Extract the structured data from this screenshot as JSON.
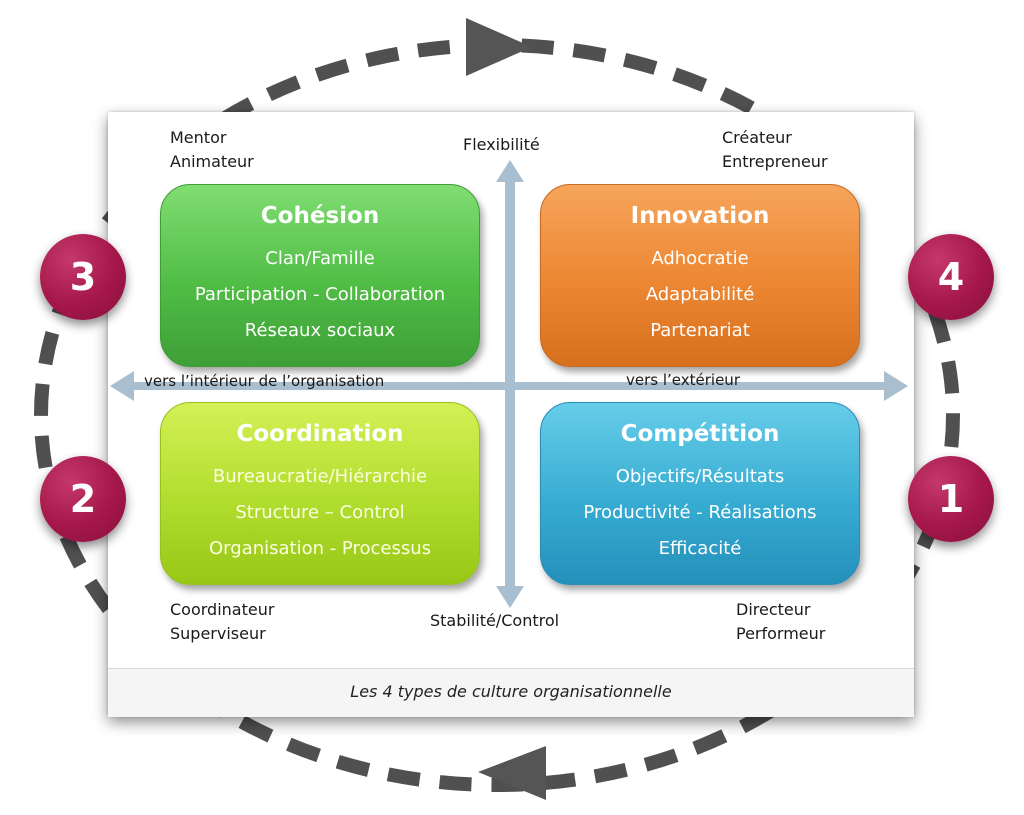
{
  "caption": "Les 4 types de culture organisationnelle",
  "axes": {
    "top": "Flexibilité",
    "bottom": "Stabilité/Control",
    "left": "vers l’intérieur de l’organisation",
    "right": "vers l’extérieur"
  },
  "quadrants": {
    "cohesion": {
      "title": "Cohésion",
      "lines": [
        "Clan/Famille",
        "Participation - Collaboration",
        "Réseaux sociaux"
      ],
      "role_lines": [
        "Mentor",
        "Animateur"
      ],
      "badge": "3",
      "color": "#50bd45"
    },
    "innovation": {
      "title": "Innovation",
      "lines": [
        "Adhocratie",
        "Adaptabilité",
        "Partenariat"
      ],
      "role_lines": [
        "Créateur",
        "Entrepreneur"
      ],
      "badge": "4",
      "color": "#ec8632"
    },
    "coordination": {
      "title": "Coordination",
      "lines": [
        "Bureaucratie/Hiérarchie",
        "Structure – Control",
        "Organisation - Processus"
      ],
      "role_lines": [
        "Coordinateur",
        "Superviseur"
      ],
      "badge": "2",
      "color": "#b1dd2e"
    },
    "competition": {
      "title": "Compétition",
      "lines": [
        "Objectifs/Résultats",
        "Productivité - Réalisations",
        "Efficacité"
      ],
      "role_lines": [
        "Directeur",
        "Performeur"
      ],
      "badge": "1",
      "color": "#37acd2"
    }
  },
  "colors": {
    "axis": "#a9bfcf",
    "badge": "#a5174a",
    "ring": "#505050"
  },
  "icons": {
    "ring": "dashed-cycle-arrow-icon",
    "axes": "double-headed-arrow-icon"
  }
}
